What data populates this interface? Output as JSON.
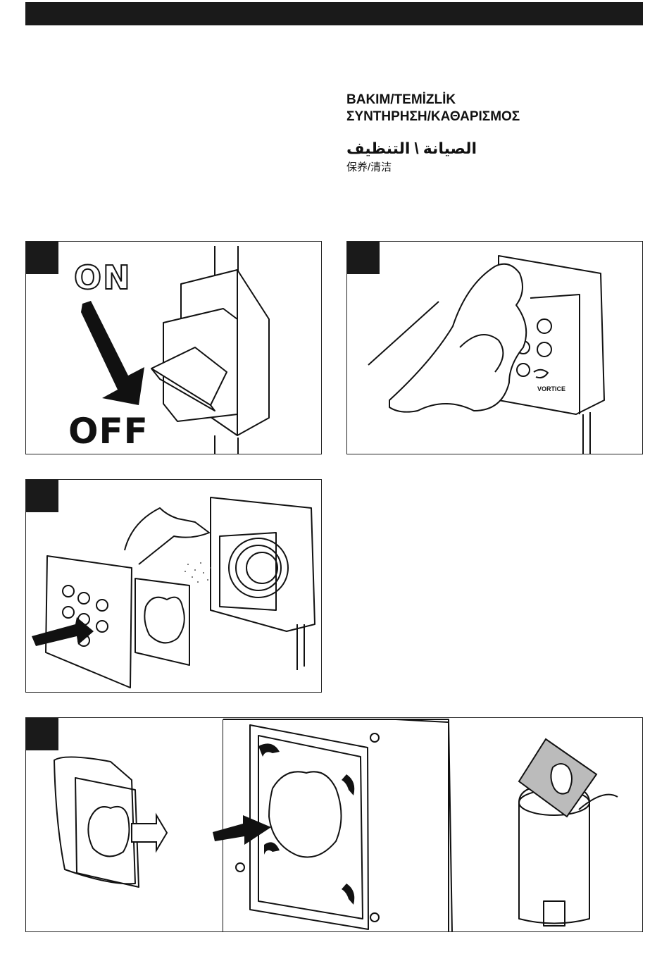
{
  "header": {
    "title_tr": "BAKIM/TEMİZLİK",
    "title_el": "ΣΥΝΤΗΡΗΣΗ/ΚΑΘΑΡΙΣΜΟΣ",
    "title_ar": "الصيانة \\ التنظيف",
    "title_zh": "保养/清洁"
  },
  "panel1": {
    "on_label": "ON",
    "off_label": "OFF"
  },
  "brand": {
    "logo_text": "VORTICE"
  }
}
